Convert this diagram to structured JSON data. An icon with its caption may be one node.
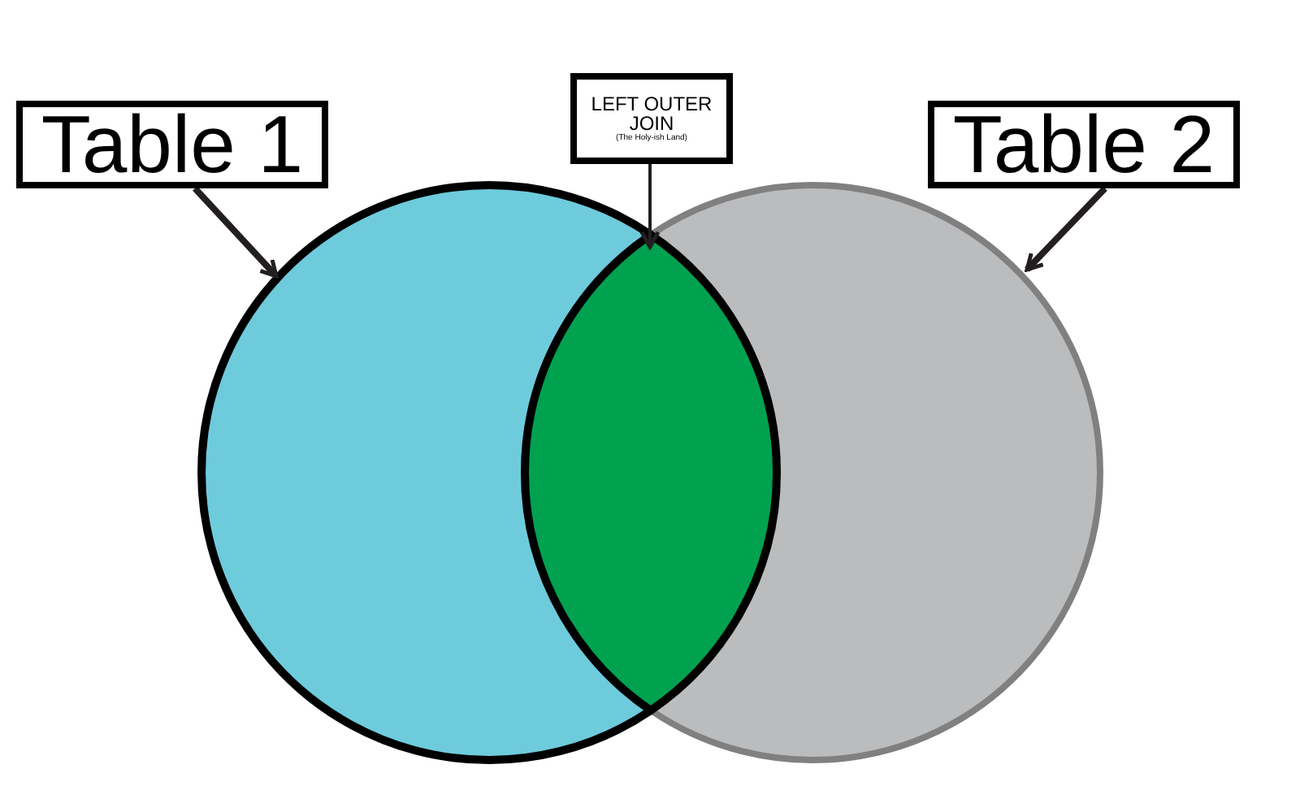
{
  "diagram": {
    "nodes": [
      {
        "text": [
          "Table 1"
        ]
      },
      {
        "text": [
          "LEFT OUTER JOIN",
          "(The Holy-ish Land)"
        ]
      },
      {
        "text": [
          "Table 2"
        ]
      },
      {
        "text": [],
        "shape": "circle"
      },
      {
        "text": [],
        "shape": "circle"
      },
      {
        "text": [],
        "shape": "lens"
      }
    ],
    "edges": [
      {
        "from": 0,
        "to": 3,
        "arrow": "to"
      },
      {
        "from": 1,
        "to": 5,
        "arrow": "to"
      },
      {
        "from": 2,
        "to": 4,
        "arrow": "to"
      }
    ]
  }
}
